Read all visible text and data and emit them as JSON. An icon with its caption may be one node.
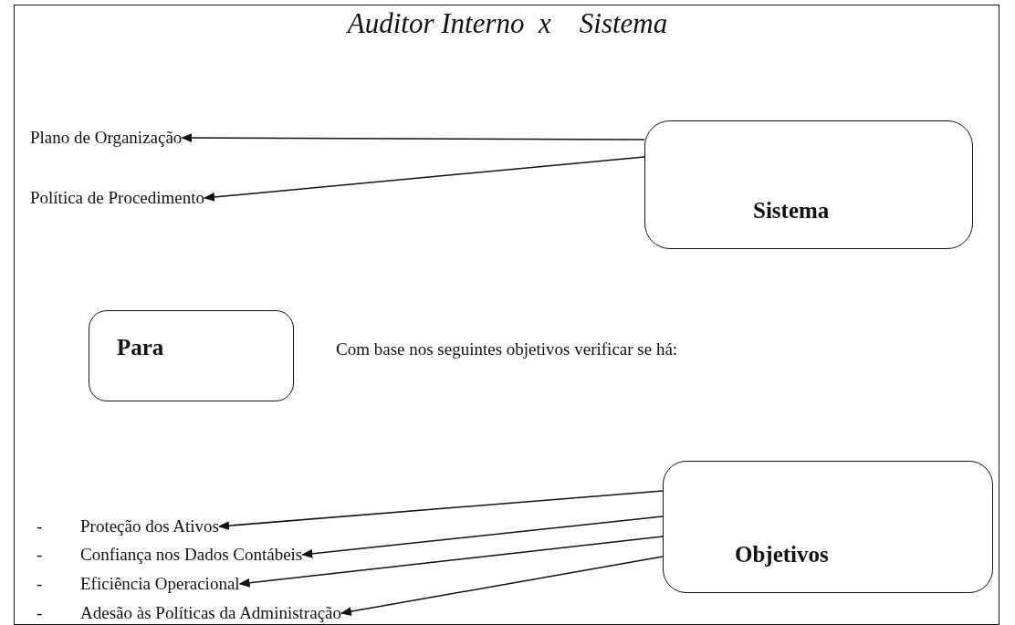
{
  "diagram": {
    "title": "Auditor Interno  x    Sistema",
    "nodes": [
      {
        "text": [
          "Sistema"
        ]
      },
      {
        "text": [
          "Plano de Organização"
        ]
      },
      {
        "text": [
          "Política de Procedimento"
        ]
      },
      {
        "text": [
          "Para"
        ]
      },
      {
        "text": [
          "Objetivos"
        ]
      },
      {
        "text": [
          "Proteção dos Ativos"
        ]
      },
      {
        "text": [
          "Confiança nos Dados Contábeis"
        ]
      },
      {
        "text": [
          "Eficiência Operacional"
        ]
      },
      {
        "text": [
          "Adesão às Políticas da Administração"
        ]
      }
    ],
    "edges": [
      {
        "from": 0,
        "to": 1,
        "arrow": "to"
      },
      {
        "from": 0,
        "to": 2,
        "arrow": "to"
      },
      {
        "from": 4,
        "to": 5,
        "arrow": "to"
      },
      {
        "from": 4,
        "to": 6,
        "arrow": "to"
      },
      {
        "from": 4,
        "to": 7,
        "arrow": "to"
      },
      {
        "from": 4,
        "to": 8,
        "arrow": "to"
      }
    ],
    "labels": [
      "Com base nos seguintes objetivos verificar se há:",
      "-",
      "-",
      "-",
      "-"
    ]
  }
}
